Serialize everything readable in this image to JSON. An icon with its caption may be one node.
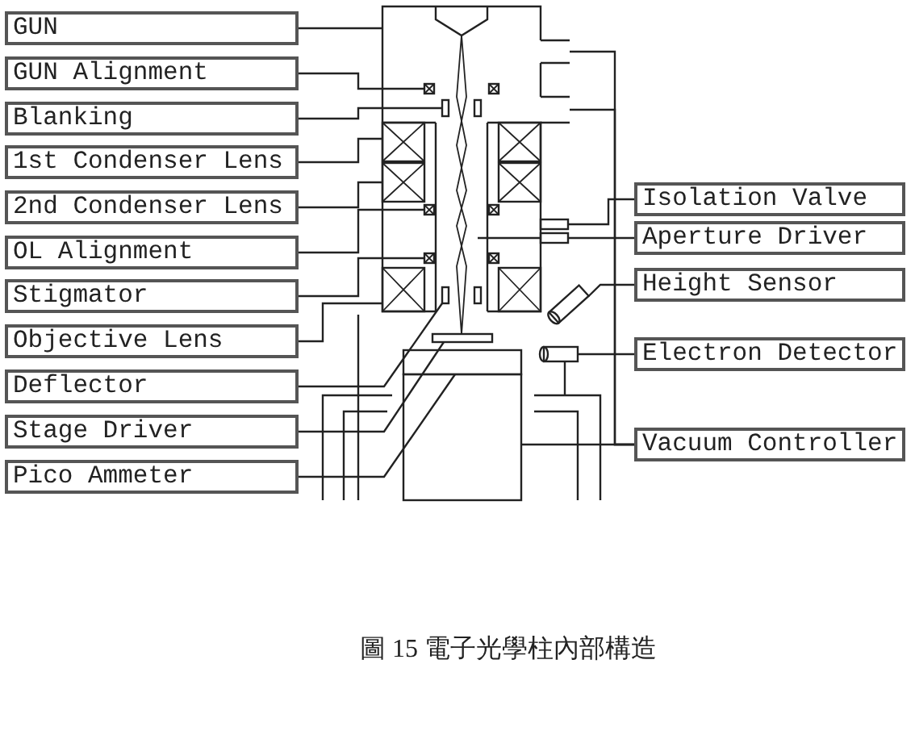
{
  "diagram": {
    "caption": "圖 15 電子光學柱內部構造",
    "nodes": [
      {
        "text": [
          "GUN"
        ]
      },
      {
        "text": [
          "GUN Alignment"
        ]
      },
      {
        "text": [
          "Blanking"
        ]
      },
      {
        "text": [
          "1st Condenser Lens"
        ]
      },
      {
        "text": [
          "2nd Condenser Lens"
        ]
      },
      {
        "text": [
          "OL Alignment"
        ]
      },
      {
        "text": [
          "Stigmator"
        ]
      },
      {
        "text": [
          "Objective Lens"
        ]
      },
      {
        "text": [
          "Deflector"
        ]
      },
      {
        "text": [
          "Stage Driver"
        ]
      },
      {
        "text": [
          "Pico Ammeter"
        ]
      },
      {
        "text": [
          "Isolation Valve"
        ]
      },
      {
        "text": [
          "Aperture Driver"
        ]
      },
      {
        "text": [
          "Height Sensor"
        ]
      },
      {
        "text": [
          "Electron Detector"
        ]
      },
      {
        "text": [
          "Vacuum Controller"
        ]
      },
      {
        "text": [],
        "shape": "picture"
      },
      {
        "text": [],
        "shape": "pipe"
      },
      {
        "text": [],
        "shape": "box"
      },
      {
        "text": [],
        "shape": "box"
      },
      {
        "text": [],
        "shape": "pipe"
      },
      {
        "text": [],
        "shape": "bar"
      },
      {
        "text": [],
        "shape": "bar"
      },
      {
        "text": [],
        "shape": "box"
      },
      {
        "text": [],
        "shape": "box"
      },
      {
        "text": [],
        "shape": "box"
      },
      {
        "text": [],
        "shape": "box"
      },
      {
        "text": [],
        "shape": "box"
      },
      {
        "text": [],
        "shape": "box"
      },
      {
        "text": [],
        "shape": "bar"
      },
      {
        "text": [],
        "shape": "bar"
      },
      {
        "text": [],
        "shape": "box"
      },
      {
        "text": [],
        "shape": "box"
      },
      {
        "text": [],
        "shape": "box"
      },
      {
        "text": [],
        "shape": "box"
      },
      {
        "text": [],
        "shape": "bar"
      },
      {
        "text": [],
        "shape": "bar"
      },
      {
        "text": [],
        "shape": "cylinder"
      },
      {
        "text": [],
        "shape": "bar"
      },
      {
        "text": [],
        "shape": "cylinder"
      },
      {
        "text": [],
        "shape": "box"
      },
      {
        "text": [],
        "shape": "box"
      }
    ],
    "edges": [
      {
        "from": 0,
        "to": 16,
        "arrow": "none"
      },
      {
        "from": 1,
        "to": 18,
        "arrow": "none"
      },
      {
        "from": 2,
        "to": 21,
        "arrow": "none"
      },
      {
        "from": 3,
        "to": 23,
        "arrow": "none"
      },
      {
        "from": 4,
        "to": 25,
        "arrow": "none"
      },
      {
        "from": 5,
        "to": 27,
        "arrow": "none"
      },
      {
        "from": 6,
        "to": 31,
        "arrow": "none"
      },
      {
        "from": 7,
        "to": 33,
        "arrow": "none"
      },
      {
        "from": 8,
        "to": 35,
        "arrow": "none"
      },
      {
        "from": 9,
        "to": 38,
        "arrow": "none"
      },
      {
        "from": 10,
        "to": 40,
        "arrow": "none"
      },
      {
        "from": 11,
        "to": 29,
        "arrow": "none"
      },
      {
        "from": 12,
        "to": 30,
        "arrow": "none"
      },
      {
        "from": 13,
        "to": 37,
        "arrow": "none"
      },
      {
        "from": 14,
        "to": 39,
        "arrow": "none"
      },
      {
        "from": 15,
        "to": 41,
        "arrow": "none"
      },
      {
        "from": 15,
        "to": 17,
        "arrow": "none"
      },
      {
        "from": 15,
        "to": 20,
        "arrow": "none"
      }
    ]
  }
}
